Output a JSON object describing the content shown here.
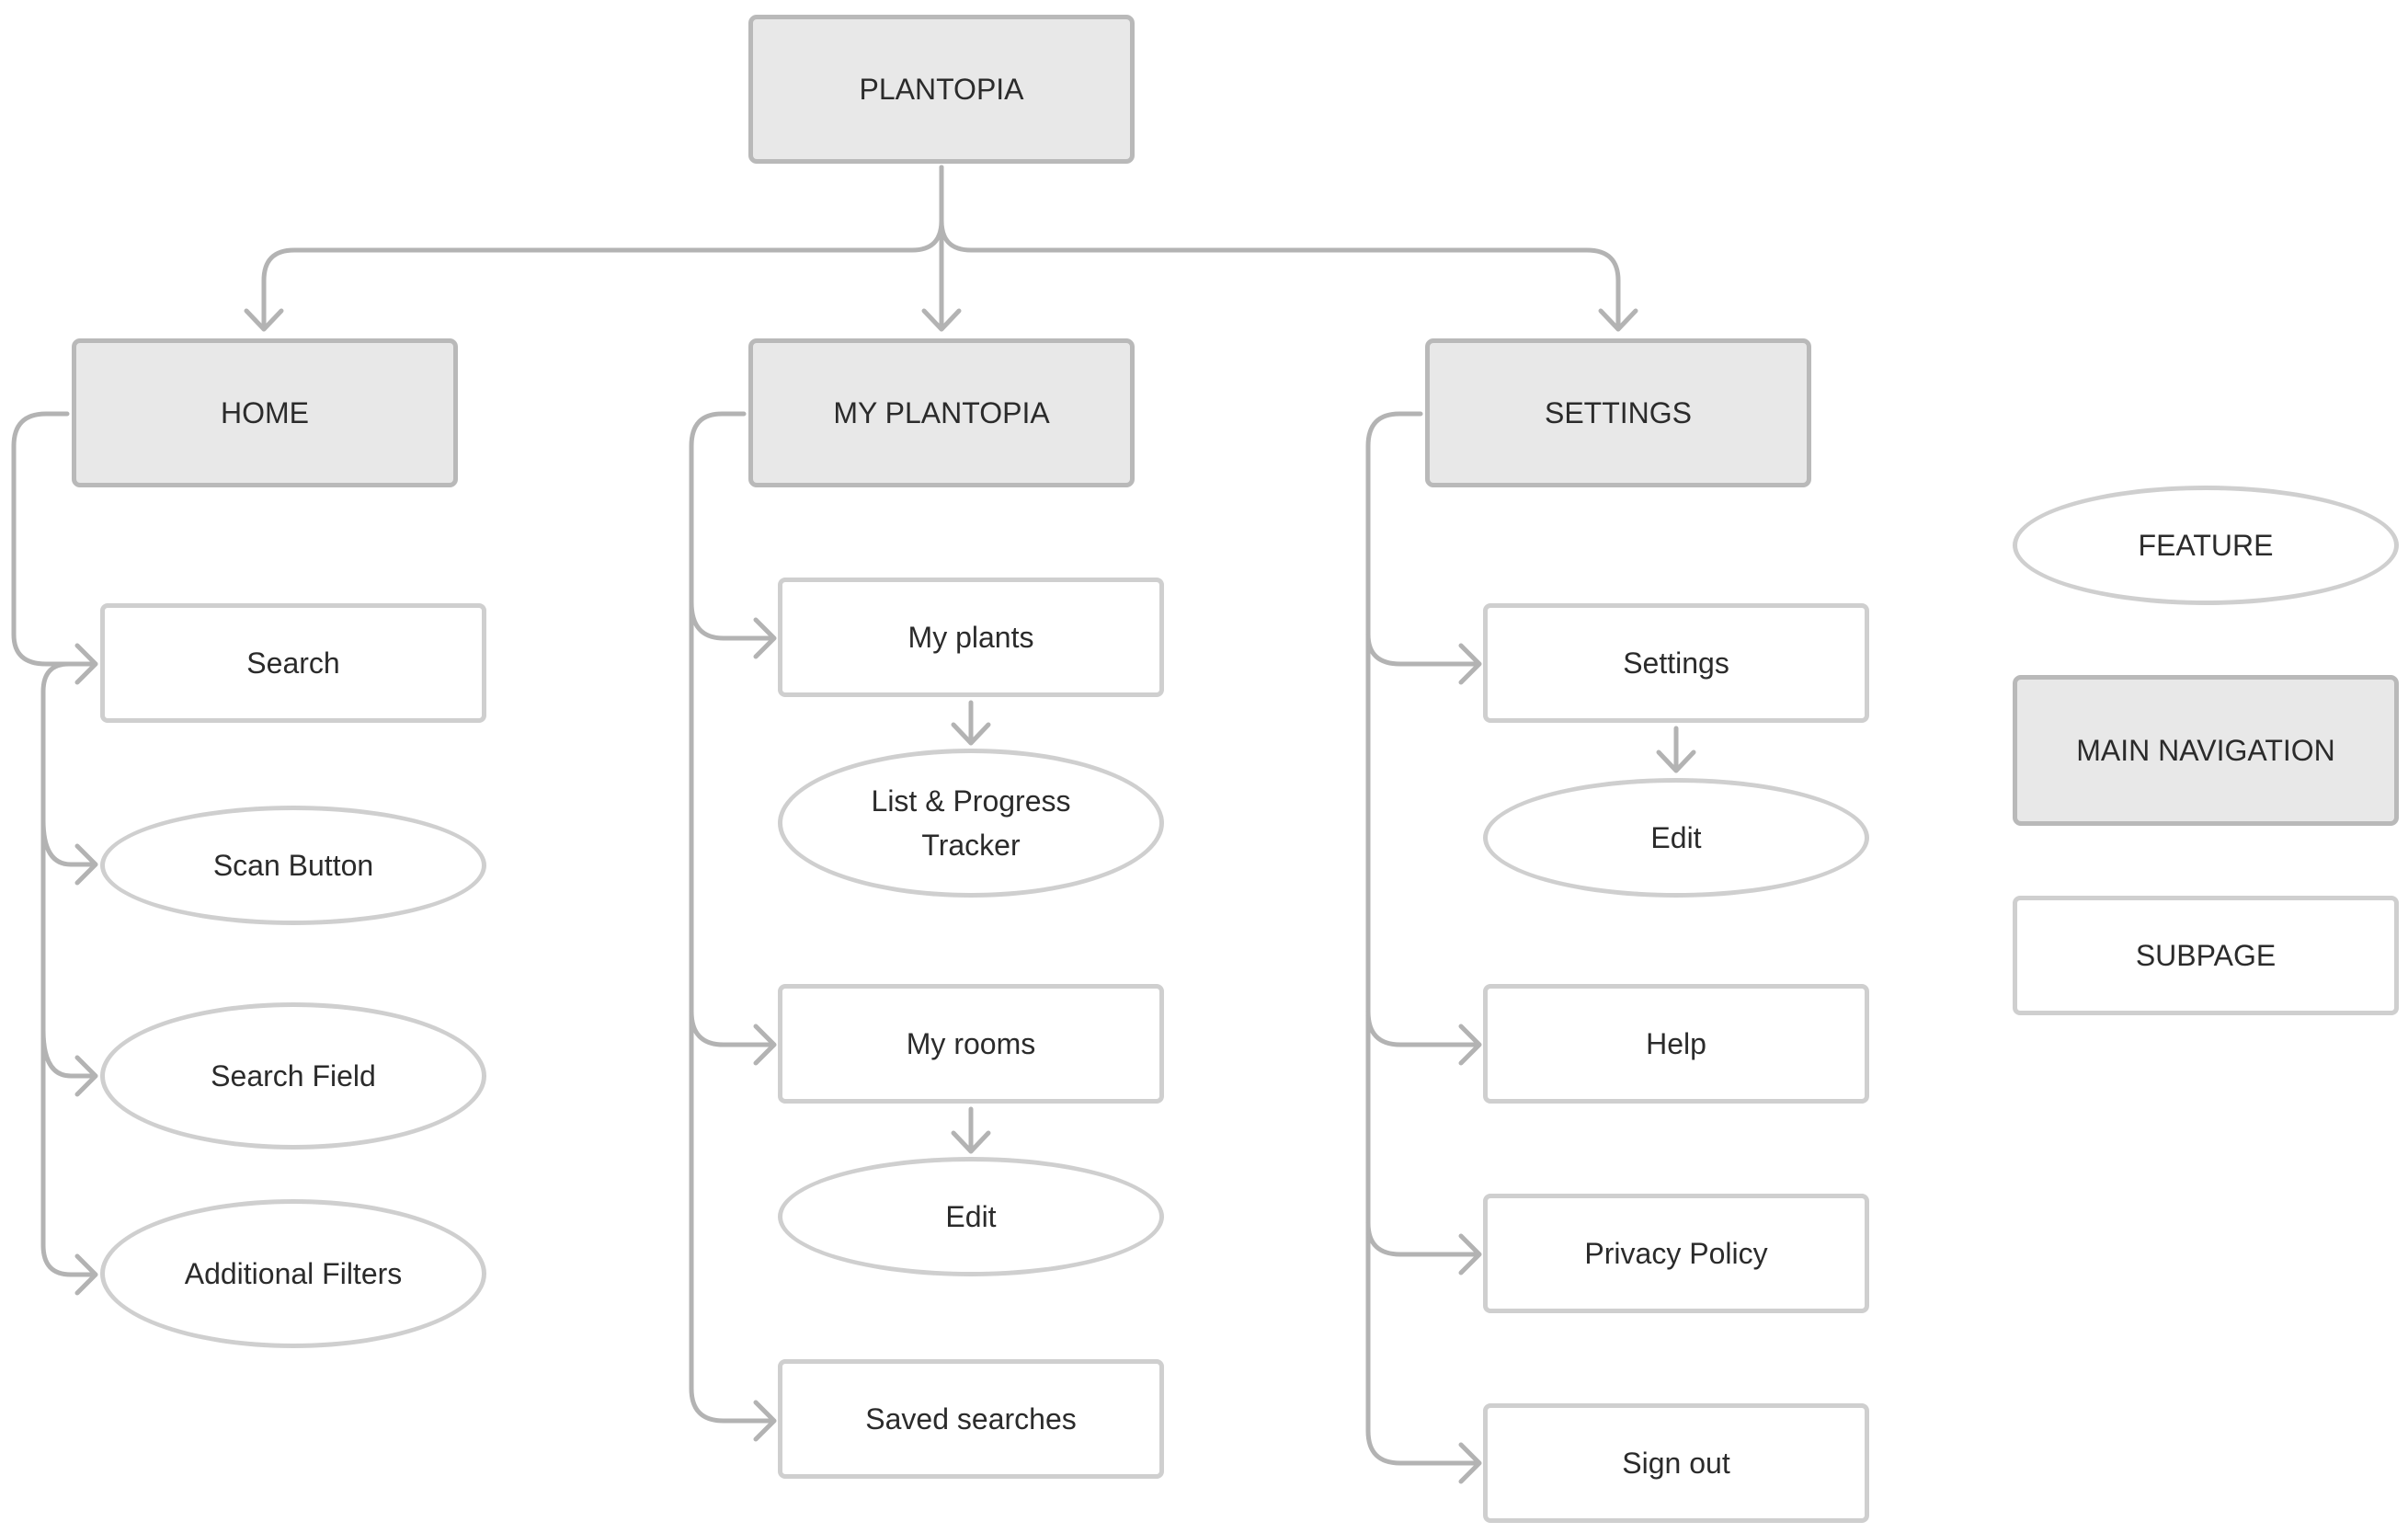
{
  "diagram": {
    "root": "PLANTOPIA",
    "sections": {
      "home": {
        "title": "HOME",
        "search": "Search",
        "scan_button": "Scan Button",
        "search_field": "Search Field",
        "additional_filters": "Additional Filters"
      },
      "my_plantopia": {
        "title": "MY PLANTOPIA",
        "my_plants": "My plants",
        "list_progress_tracker": "List & Progress Tracker",
        "my_rooms": "My rooms",
        "rooms_edit": "Edit",
        "saved_searches": "Saved searches"
      },
      "settings": {
        "title": "SETTINGS",
        "settings": "Settings",
        "settings_edit": "Edit",
        "help": "Help",
        "privacy_policy": "Privacy Policy",
        "sign_out": "Sign out"
      }
    },
    "legend": {
      "feature": "FEATURE",
      "main_navigation": "MAIN NAVIGATION",
      "subpage": "SUBPAGE"
    }
  },
  "colors": {
    "main_fill": "#e8e8e8",
    "main_border": "#b9b9b9",
    "sub_border": "#cfcfcf",
    "connector": "#b3b3b3",
    "text": "#2b2b2b"
  }
}
